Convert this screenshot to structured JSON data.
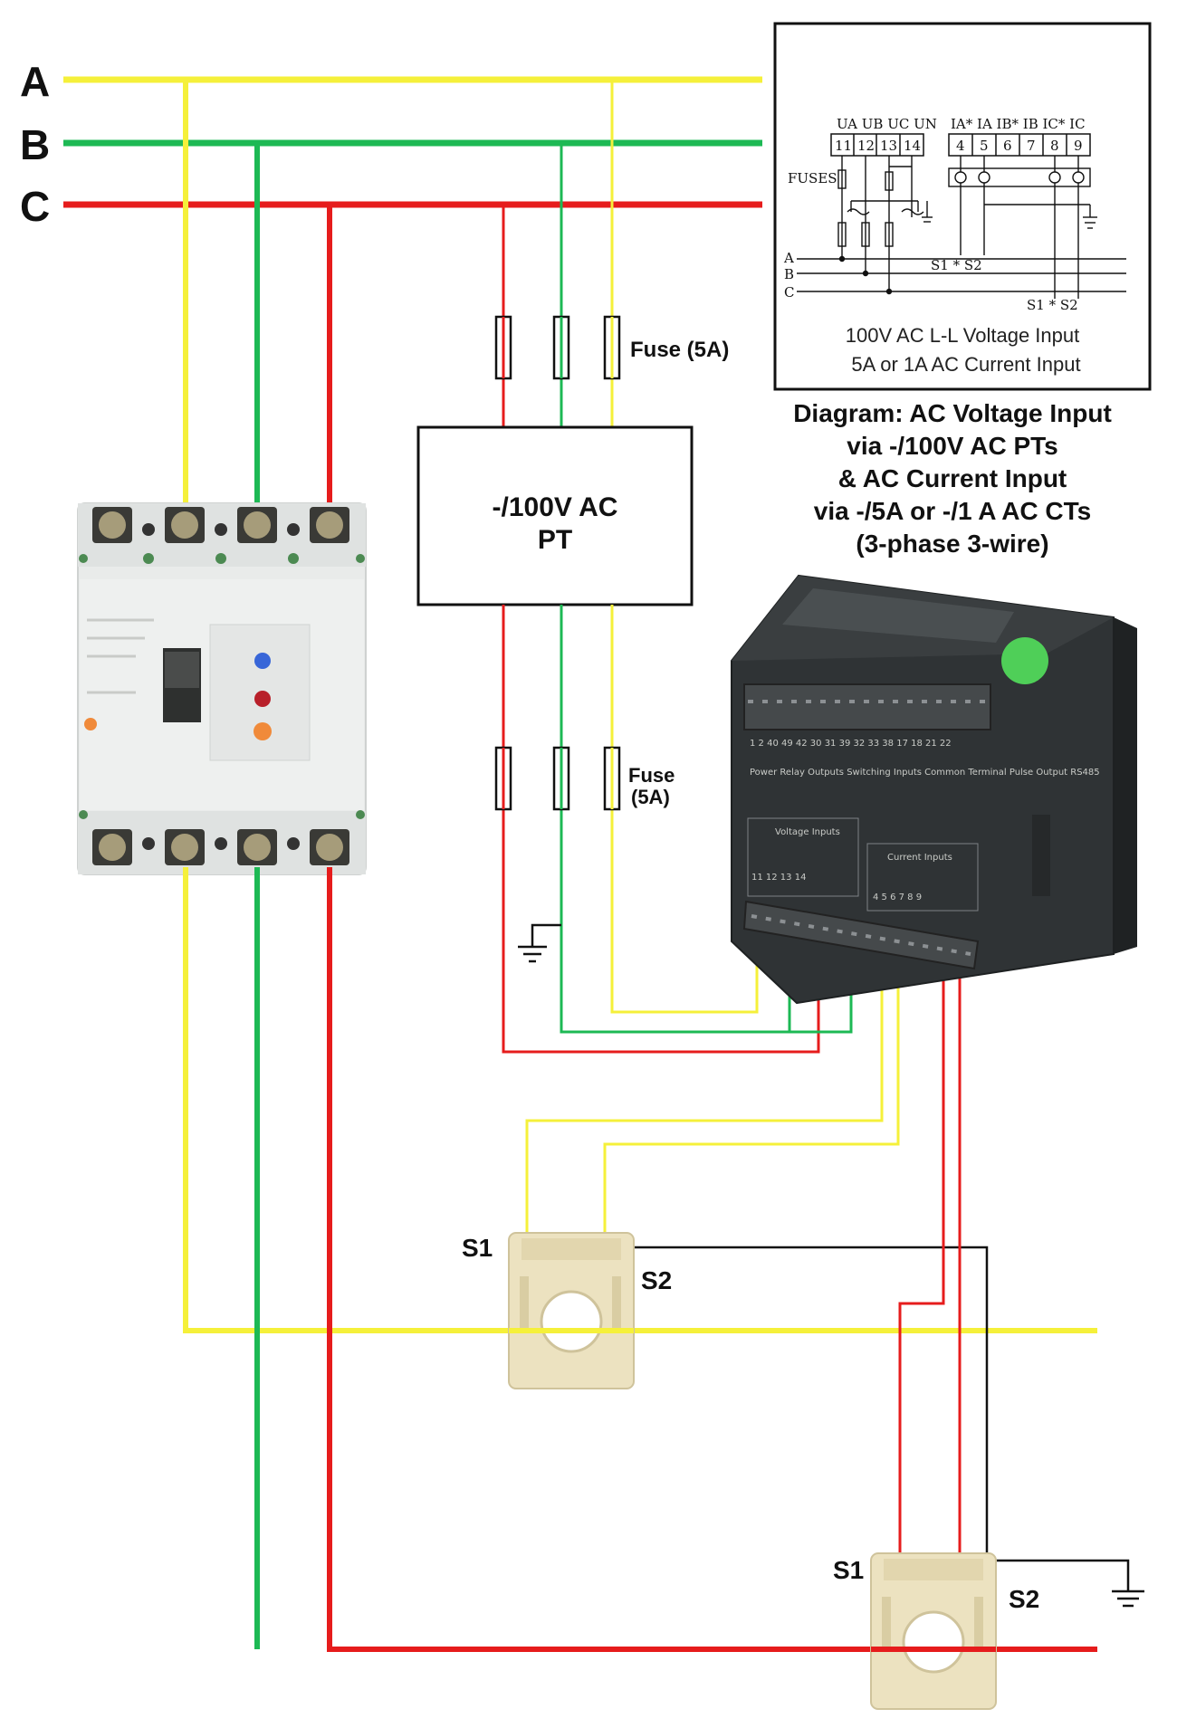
{
  "bus": {
    "a_label": "A",
    "b_label": "B",
    "c_label": "C"
  },
  "fuse_top_label": "Fuse (5A)",
  "fuse_bottom_label_1": "Fuse",
  "fuse_bottom_label_2": "(5A)",
  "pt": {
    "line1": "-/100V AC",
    "line2": "PT"
  },
  "ct1": {
    "s1": "S1",
    "s2": "S2"
  },
  "ct2": {
    "s1": "S1",
    "s2": "S2"
  },
  "caption": {
    "line1": "Diagram: AC Voltage Input",
    "line2": "via -/100V AC PTs",
    "line3": "& AC Current Input",
    "line4": "via -/5A or -/1 A AC CTs",
    "line5": "(3-phase 3-wire)"
  },
  "inset": {
    "voltage_header": "UA UB UC UN",
    "current_header": "IA* IA IB* IB IC* IC",
    "v_terms": [
      "11",
      "12",
      "13",
      "14"
    ],
    "i_terms": [
      "4",
      "5",
      "6",
      "7",
      "8",
      "9"
    ],
    "fuses_label": "FUSES",
    "a": "A",
    "b": "B",
    "c": "C",
    "ct_a": "S1 * S2",
    "ct_c": "S1 * S2",
    "line1": "100V AC L-L Voltage Input",
    "line2": "5A or 1A AC Current Input"
  },
  "meter": {
    "top_row": "1 2 40 49 42 30 31 39 32 33 38 17 18 21 22",
    "row_labels": "Power  Relay Outputs  Switching Inputs  Common Terminal  Pulse Output  RS485",
    "voltage_block": "Voltage Inputs",
    "current_block": "Current Inputs",
    "v_nums": "11  12  13  14",
    "i_nums": "4  5  6  7  8  9"
  },
  "colors": {
    "phase_a": "#f5f03a",
    "phase_b": "#1db954",
    "phase_c": "#e61c1c",
    "ground": "#111111"
  }
}
